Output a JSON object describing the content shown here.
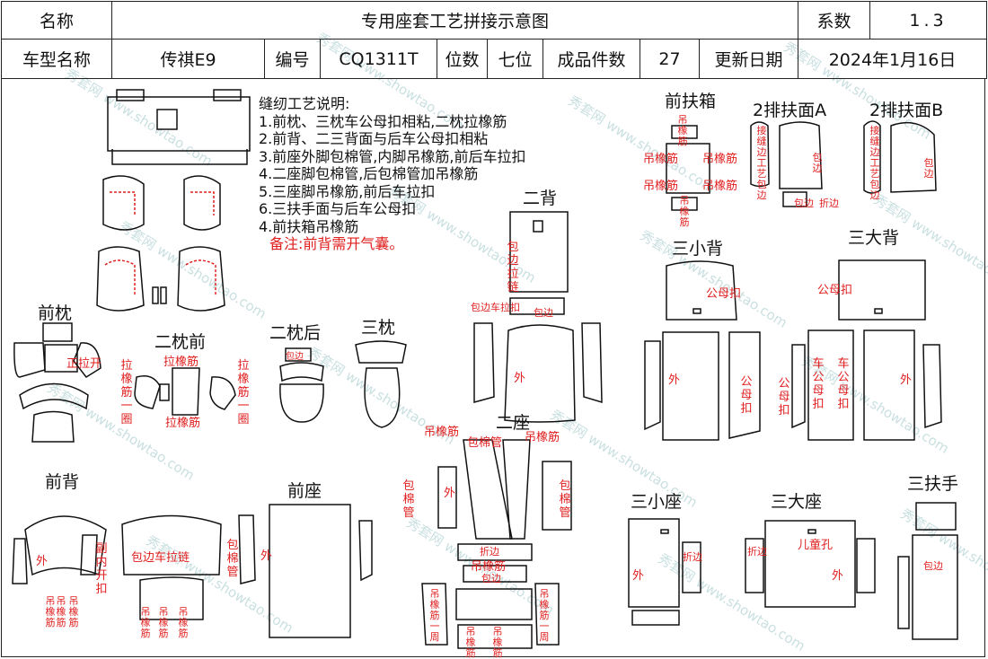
{
  "header": {
    "name_label": "名称",
    "title": "专用座套工艺拼接示意图",
    "coef_label": "系数",
    "coef_value": "1.3",
    "model_label": "车型名称",
    "model_value": "传祺E9",
    "code_label": "编号",
    "code_value": "CQ1311T",
    "seats_label": "位数",
    "seats_value": "七位",
    "count_label": "成品件数",
    "count_value": "27",
    "date_label": "更新日期",
    "date_value": "2024年1月16日"
  },
  "notes": {
    "title": "缝纫工艺说明:",
    "items": [
      "1.前枕、三枕车公母扣相粘,二枕拉橡筋",
      "2.前背、二三背面与后车公母扣相粘",
      "3.前座外脚包棉管,内脚吊橡筋,前后车拉扣",
      "4.二座脚包棉管,后包棉管加吊橡筋",
      "5.三座脚吊橡筋,前后车拉扣",
      "6.三扶手面与后车公母扣",
      "4.前扶箱吊橡筋"
    ],
    "remark": "备注:前背需开气囊。"
  },
  "sections": {
    "front_headrest": "前枕",
    "second_headrest_front": "二枕前",
    "second_headrest_back": "二枕后",
    "third_headrest": "三枕",
    "front_armbox": "前扶箱",
    "armrest_a": "2排扶面A",
    "armrest_b": "2排扶面B",
    "second_back": "二背",
    "third_small_back": "三小背",
    "third_big_back": "三大背",
    "second_seat": "二座",
    "front_back": "前背",
    "front_seat": "前座",
    "third_small_seat": "三小座",
    "third_big_seat": "三大座",
    "third_armrest": "三扶手"
  },
  "annotations": {
    "zip_open": "正拉开",
    "elastic": "拉橡筋",
    "elastic_ring": "拉橡筋一圈",
    "hang_elastic": "吊橡筋",
    "snap": "公母扣",
    "outer": "外",
    "wrap_tube": "包棉管",
    "wrap_edge": "包边",
    "fold_edge": "折边",
    "wrap_zip": "包边拉链",
    "wrap_sew_zip": "包边车拉链",
    "wrap_edge_snap": "包边车拉扣",
    "open_zip": "副内开扣",
    "car_snap": "车公母扣",
    "hang_ring": "吊橡筋一周",
    "child_hole": "儿童孔",
    "sew_joint": "接缝边工艺包边"
  },
  "watermark": "秀套网 www.showtao.com",
  "colors": {
    "line": "#111111",
    "red": "#e01e1e",
    "watermark": "#9ec6c8"
  }
}
